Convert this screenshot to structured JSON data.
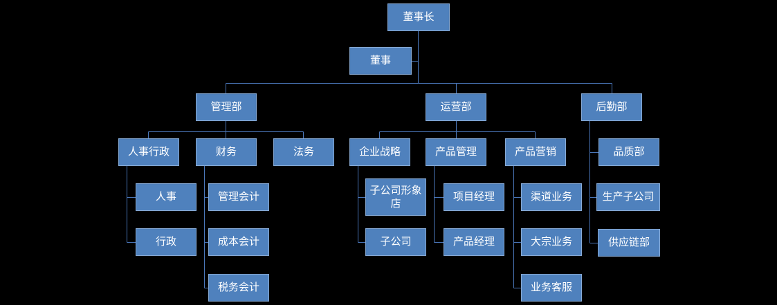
{
  "diagram": {
    "type": "org-chart",
    "background": "#000000",
    "colors": {
      "node_fill": "#4f81bd",
      "node_border": "#87aad5",
      "connector": "#4a76b8",
      "text": "#ffffff"
    }
  },
  "nodes": {
    "chairman": {
      "label": "董事长",
      "parent": null,
      "role": "root"
    },
    "board": {
      "label": "董事",
      "parent": "chairman",
      "role": "assistant"
    },
    "management_dept": {
      "label": "管理部",
      "parent": "chairman"
    },
    "operations_dept": {
      "label": "运营部",
      "parent": "chairman"
    },
    "logistics_dept": {
      "label": "后勤部",
      "parent": "chairman"
    },
    "hr_admin": {
      "label": "人事行政",
      "parent": "management_dept"
    },
    "finance": {
      "label": "财务",
      "parent": "management_dept"
    },
    "legal": {
      "label": "法务",
      "parent": "management_dept"
    },
    "corporate_strategy": {
      "label": "企业战略",
      "parent": "operations_dept"
    },
    "product_management": {
      "label": "产品管理",
      "parent": "operations_dept"
    },
    "product_marketing": {
      "label": "产品营销",
      "parent": "operations_dept"
    },
    "quality_dept": {
      "label": "品质部",
      "parent": "logistics_dept"
    },
    "production_subsidiary": {
      "label": "生产子公司",
      "parent": "logistics_dept"
    },
    "supply_chain_dept": {
      "label": "供应链部",
      "parent": "logistics_dept"
    },
    "hr": {
      "label": "人事",
      "parent": "hr_admin"
    },
    "admin": {
      "label": "行政",
      "parent": "hr_admin"
    },
    "management_accounting": {
      "label": "管理会计",
      "parent": "finance"
    },
    "cost_accounting": {
      "label": "成本会计",
      "parent": "finance"
    },
    "tax_accounting": {
      "label": "税务会计",
      "parent": "finance"
    },
    "subsidiary_image_store": {
      "label": "子公司形象店",
      "parent": "corporate_strategy"
    },
    "subsidiary": {
      "label": "子公司",
      "parent": "corporate_strategy"
    },
    "project_manager": {
      "label": "项目经理",
      "parent": "product_management"
    },
    "product_manager": {
      "label": "产品经理",
      "parent": "product_management"
    },
    "channel_business": {
      "label": "渠道业务",
      "parent": "product_marketing"
    },
    "bulk_business": {
      "label": "大宗业务",
      "parent": "product_marketing"
    },
    "customer_service": {
      "label": "业务客服",
      "parent": "product_marketing"
    }
  }
}
